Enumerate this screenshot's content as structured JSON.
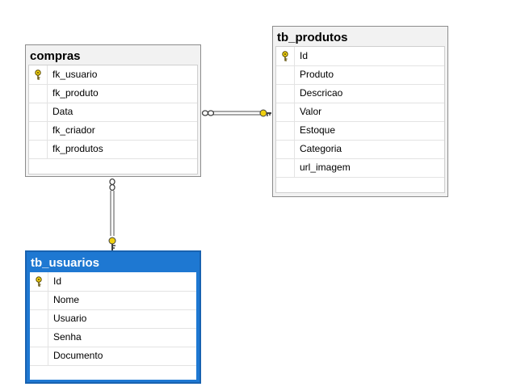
{
  "tables": [
    {
      "id": "compras",
      "name": "compras",
      "selected": false,
      "columns": [
        {
          "name": "fk_usuario",
          "key": true
        },
        {
          "name": "fk_produto",
          "key": false
        },
        {
          "name": "Data",
          "key": false
        },
        {
          "name": "fk_criador",
          "key": false
        },
        {
          "name": "fk_produtos",
          "key": false
        }
      ]
    },
    {
      "id": "tb_produtos",
      "name": "tb_produtos",
      "selected": false,
      "columns": [
        {
          "name": "Id",
          "key": true
        },
        {
          "name": "Produto",
          "key": false
        },
        {
          "name": "Descricao",
          "key": false
        },
        {
          "name": "Valor",
          "key": false
        },
        {
          "name": "Estoque",
          "key": false
        },
        {
          "name": "Categoria",
          "key": false
        },
        {
          "name": "url_imagem",
          "key": false
        }
      ]
    },
    {
      "id": "tb_usuarios",
      "name": "tb_usuarios",
      "selected": true,
      "columns": [
        {
          "name": "Id",
          "key": true
        },
        {
          "name": "Nome",
          "key": false
        },
        {
          "name": "Usuario",
          "key": false
        },
        {
          "name": "Senha",
          "key": false
        },
        {
          "name": "Documento",
          "key": false
        }
      ]
    }
  ],
  "relationships": [
    {
      "from": "compras",
      "to": "tb_produtos",
      "from_end": "many",
      "to_end": "one"
    },
    {
      "from": "compras",
      "to": "tb_usuarios",
      "from_end": "many",
      "to_end": "one"
    }
  ],
  "colors": {
    "selected_header": "#1e78d2",
    "table_header": "#f2f2f2",
    "key_icon": "#f0d010"
  },
  "icons": {
    "primary_key": "key-icon",
    "many_end": "infinity-icon",
    "one_end": "key-icon"
  }
}
